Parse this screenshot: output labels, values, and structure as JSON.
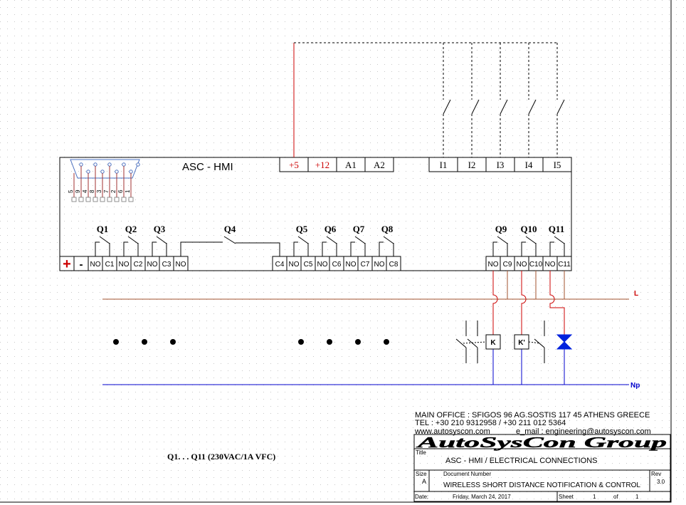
{
  "module": {
    "title": "ASC - HMI",
    "top_terminals": [
      "+5",
      "+12",
      "A1",
      "A2"
    ],
    "input_terminals": [
      "I1",
      "I2",
      "I3",
      "I4",
      "I5"
    ],
    "bottom_terminals": [
      "+",
      "-",
      "NO",
      "C1",
      "NO",
      "C2",
      "NO",
      "C3",
      "NO",
      "C4",
      "NO",
      "C5",
      "NO",
      "C6",
      "NO",
      "C7",
      "NO",
      "C8",
      "NO",
      "C9",
      "NO",
      "C10",
      "NO",
      "C11"
    ],
    "relay_labels": [
      "Q1",
      "Q2",
      "Q3",
      "Q4",
      "Q5",
      "Q6",
      "Q7",
      "Q8",
      "Q9",
      "Q10",
      "Q11"
    ],
    "connector_pins": [
      "5",
      "9",
      "4",
      "8",
      "3",
      "7",
      "2",
      "6",
      "1"
    ]
  },
  "lines": {
    "live": "L",
    "neutral": "Np"
  },
  "loads": {
    "contactor_1": "K",
    "contactor_2": "K'"
  },
  "note": "Q1. . . Q11 (230VAC/1A VFC)",
  "title_block": {
    "office": "MAIN OFFICE : SFIGOS 96 AG.SOSTIS 117 45 ATHENS GREECE",
    "tel": "TEL : +30 210 9312958 / +30 211 012 5364",
    "web": "www.autosyscon.com",
    "email": "e_mail : engineering@autosyscon.com",
    "logo": "AutoSysCon Group",
    "title_label": "Title",
    "title": "ASC - HMI / ELECTRICAL CONNECTIONS",
    "size_label": "Size",
    "size": "A",
    "doc_label": "Document Number",
    "doc": "WIRELESS SHORT DISTANCE NOTIFICATION & CONTROL",
    "rev_label": "Rev",
    "rev": "3.0",
    "date_label": "Date:",
    "date": "Friday, March 24, 2017",
    "sheet_label": "Sheet",
    "sheet": "1",
    "of_label": "of",
    "of": "1"
  },
  "colors": {
    "power_red": "#cc0000",
    "live_brown": "#a0522d",
    "neutral_blue": "#0000cc",
    "valve_blue": "#0022dd",
    "grid_dot": "#c8c8c8"
  }
}
